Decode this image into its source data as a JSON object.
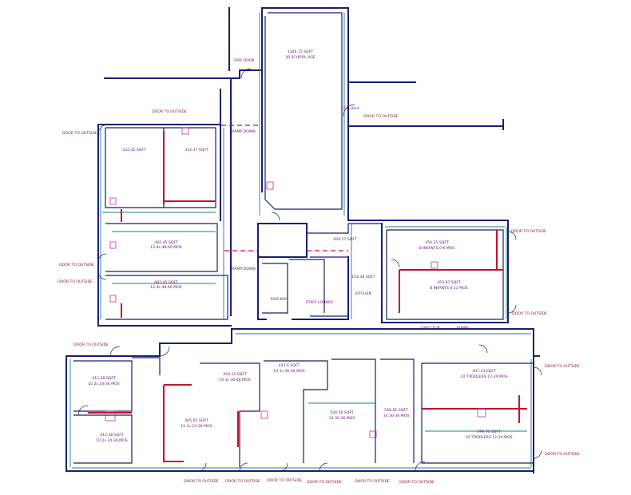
{
  "labels": {
    "rooms": {
      "school_age_area": "1346.72 SQFT",
      "school_age_cap": "30 SCHOOL AGE",
      "fire_door": "FIRE DOOR",
      "fall_deck": "Fall deck",
      "ramp_down_top": "RAMP DOWN",
      "ramp_down_mid": "RAMP DOWN",
      "r1_area": "432.42 SQFT",
      "r2_area": "432.37 SQFT",
      "r3_area": "492.45 SQFT",
      "r3_cap": "12 4s 48-60 MOS",
      "r4_area": "492.45 SQFT",
      "r4_cap": "12 4s 48-60 MOS",
      "r5_area": "204.27 SQFT",
      "r6_area": "454.25 SQFT",
      "r6_cap": "8 INFANTS 0-6 MOS",
      "r7_area": "453.87 SQFT",
      "r7_cap": "8 INFANTS 6-12 MOS",
      "kitchen_area": "154.38 SQFT",
      "kitchen": "KITCHEN",
      "sick_bay": "SICK BAY",
      "staff_lounge": "STAFF LOUNGE",
      "director": "DIRECTOR",
      "admin": "ADMIN",
      "r8_area": "412.38 SQFT",
      "r8_cap": "10 2s 24-36 MOS",
      "r9_area": "412.38 SQFT",
      "r9_cap": "10 2s 24-36 MOS",
      "r10_area": "454.15 SQFT",
      "r10_cap": "10 3s 36-48 MOS",
      "r11_area": "425.6 SQFT",
      "r11_cap": "10 3s 36-48 MOS",
      "r12_area": "405.65 SQFT",
      "r12_cap": "10 2s 24-36 MOS",
      "r13_area": "528.56 SQFT",
      "r13_cap": "14 30-36 MOS",
      "r14_area": "556.81 SQFT",
      "r14_cap": "14 30-36 MOS",
      "r15_area": "407.23 SQFT",
      "r15_cap": "10 TODDLERS 12-24 MOS",
      "r16_area": "399.76 SQFT",
      "r16_cap": "10 TODDLERS 12-24 MOS"
    },
    "doors": {
      "d1": "DOOR TO OUTSIDE",
      "d2": "DOOR TO OUTSIDE",
      "d3": "DOOR TO OUTSIDE",
      "d4": "DOOR TO OUTSIDE",
      "d5": "DOOR TO OUTSIDE",
      "d6": "DOOR TO OUTSIDE",
      "d7": "DOOR TO OUTSIDE",
      "d8": "DOOR TO OUTSIDE",
      "d9": "DOOR TO OUTSIDE",
      "d10": "DOOR TO OUTSIDE",
      "d11": "DOOR TO OUTSIDE",
      "d12": "DOOR TO OUTSIDE",
      "d13": "DOOR TO OUTSIDE",
      "d14": "DOOR TO OUTSIDE",
      "d15": "DOOR TO OUTSIDE",
      "d16": "DOOR TO OUTSIDE"
    }
  },
  "colors": {
    "wall": "#1a1f6e",
    "partition": "#c8102e",
    "dimension": "#1f7d86",
    "text": "#5a1a6a",
    "fixture": "#c0309a"
  }
}
